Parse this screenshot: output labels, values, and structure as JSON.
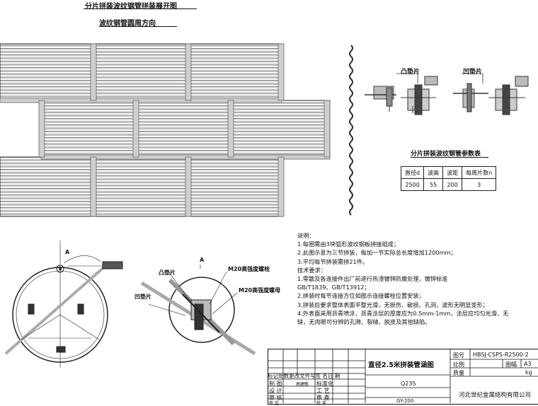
{
  "drawing": {
    "title_main": "分片拼装波纹钢管拼装展开图",
    "title_direction": "波纹钢管圆周方向"
  },
  "details": {
    "convex_label": "凸垫片",
    "concave_label": "凹垫片"
  },
  "param_table": {
    "title": "分片拼装波纹钢管参数表",
    "headers": [
      "直径d",
      "波高",
      "波距",
      "每周片数n"
    ],
    "row": [
      "2500",
      "55",
      "200",
      "3"
    ]
  },
  "section": {
    "marker": "A",
    "convex_label": "凸垫片",
    "concave_label": "凹垫片",
    "bolt_label_1": "M20高强度螺栓",
    "bolt_label_2": "M20高强度螺母"
  },
  "notes": {
    "heading": "说明：",
    "lines": [
      "1.每圈需由3块弧形波纹钢板拼接组成；",
      "2.此图示意为三节拼装，每加一节实际总长度增加1200mm；",
      "3.平均每节拼装需拼21件。",
      "技术要求：",
      "1.零散及各连接件出厂前进行热浸镀锌防腐处理，镀锌标准",
      "GB/T1839、GB/T13912；",
      "2.拼装时每节连接方位如图示连接螺栓位置安装；",
      "3.拼装后要求整体表面平整光滑，无损伤、破损、孔洞，波形无明显变形；",
      "4.外表面采用沥青喷涂，沥青涂层的厚度应为0.5mm-1mm，涂层应均匀光滑、无",
      "缺，无肉眼可分辨的孔隙、裂缝、脱皮及其他缺陷。"
    ]
  },
  "title_block": {
    "drawing_name": "直径2.5米拼装管涵图",
    "drawing_no_label": "图号",
    "drawing_no": "HBSJ-CSPS-R2500-2",
    "scale_label": "比例",
    "sheet_label": "图幅",
    "sheet_size": "A3",
    "weight_label": "质量",
    "weight_unit": "kg",
    "material": "Q235",
    "spec": "GY-200",
    "company": "河北世纪金属结构有限公司",
    "revision_header": "标记处数更改文件号签  名日  期",
    "roles": [
      "制  图",
      "设  计",
      "审  核",
      "审  定"
    ],
    "role_names": [
      "标准化",
      "工  艺",
      "审  查",
      "批  准"
    ],
    "designer_name": "高建敏"
  }
}
